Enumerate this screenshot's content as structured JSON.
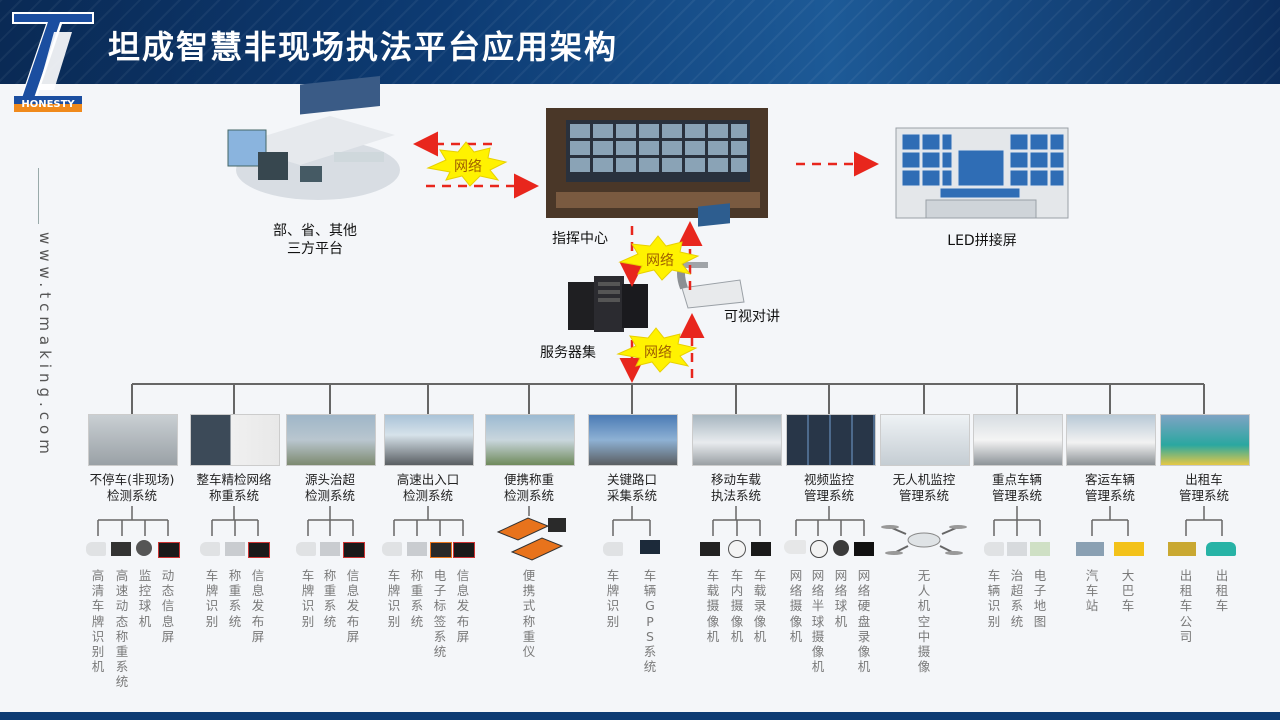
{
  "header": {
    "title": "坦成智慧非现场执法平台应用架构",
    "logo_text": "HONESTY"
  },
  "side": {
    "url": "www.tcmaking.com"
  },
  "top": {
    "third_party": {
      "line1": "部、省、其他",
      "line2": "三方平台"
    },
    "command": "指挥中心",
    "led": "LED拼接屏",
    "network": "网络",
    "servers": "服务器集",
    "intercom": "可视对讲"
  },
  "systems": [
    {
      "name1": "不停车(非现场)",
      "name2": "检测系统",
      "subs": [
        "高清车牌识别机",
        "高速动态称重系统",
        "监控球机",
        "动态信息屏"
      ]
    },
    {
      "name1": "整车精检网络",
      "name2": "称重系统",
      "subs": [
        "车牌识别",
        "称重系统",
        "信息发布屏"
      ]
    },
    {
      "name1": "源头治超",
      "name2": "检测系统",
      "subs": [
        "车牌识别",
        "称重系统",
        "信息发布屏"
      ]
    },
    {
      "name1": "高速出入口",
      "name2": "检测系统",
      "subs": [
        "车牌识别",
        "称重系统",
        "电子标签系统",
        "信息发布屏"
      ]
    },
    {
      "name1": "便携称重",
      "name2": "检测系统",
      "subs": [
        "便携式称重仪"
      ]
    },
    {
      "name1": "关键路口",
      "name2": "采集系统",
      "subs": [
        "车牌识别",
        "车辆GPS系统"
      ]
    },
    {
      "name1": "移动车载",
      "name2": "执法系统",
      "subs": [
        "车载摄像机",
        "车内摄像机",
        "车载录像机"
      ]
    },
    {
      "name1": "视频监控",
      "name2": "管理系统",
      "subs": [
        "网络摄像机",
        "网络半球摄像机",
        "网络球机",
        "网络硬盘录像机"
      ]
    },
    {
      "name1": "无人机监控",
      "name2": "管理系统",
      "subs": [
        "无人机空中摄像"
      ]
    },
    {
      "name1": "重点车辆",
      "name2": "管理系统",
      "subs": [
        "车辆识别",
        "治超系统",
        "电子地图"
      ]
    },
    {
      "name1": "客运车辆",
      "name2": "管理系统",
      "subs": [
        "汽车站",
        "大巴车"
      ]
    },
    {
      "name1": "出租车",
      "name2": "管理系统",
      "subs": [
        "出租车公司",
        "出租车"
      ]
    }
  ],
  "colors": {
    "banner": "#0d3b73",
    "arrow": "#e8261d",
    "network_burst": "#fff200",
    "line": "#666666"
  }
}
